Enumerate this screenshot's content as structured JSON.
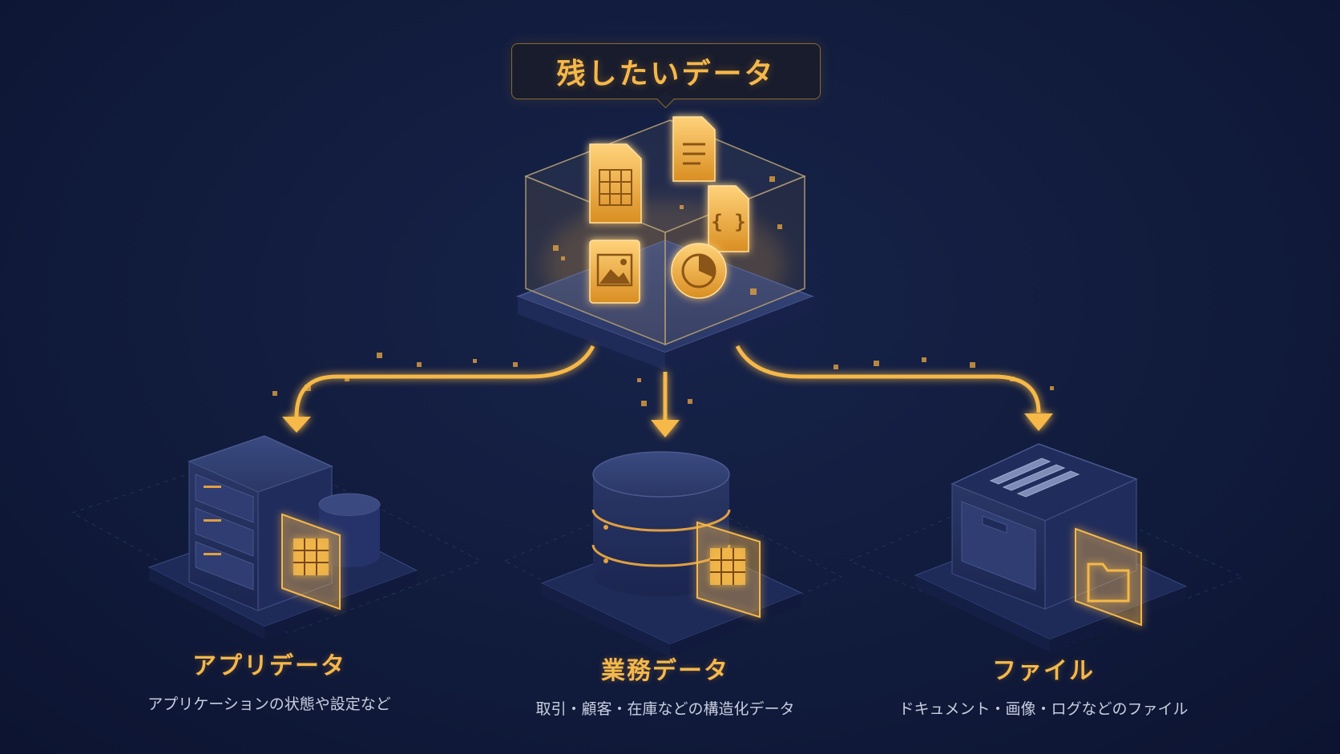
{
  "title": "残したいデータ",
  "categories": [
    {
      "name": "アプリデータ",
      "description": "アプリケーションの状態や設定など",
      "icon": "server-with-table-icon"
    },
    {
      "name": "業務データ",
      "description": "取引・顧客・在庫などの構造化データ",
      "icon": "database-with-table-icon"
    },
    {
      "name": "ファイル",
      "description": "ドキュメント・画像・ログなどのファイル",
      "icon": "file-cabinet-with-folder-icon"
    }
  ],
  "source_icons": [
    "spreadsheet-icon",
    "document-icon",
    "json-icon",
    "image-icon",
    "pie-chart-icon"
  ],
  "colors": {
    "background": "#111b3c",
    "accent": "#f5b84a",
    "dark_block": "#2a3766",
    "text": "#c9cfe0"
  }
}
